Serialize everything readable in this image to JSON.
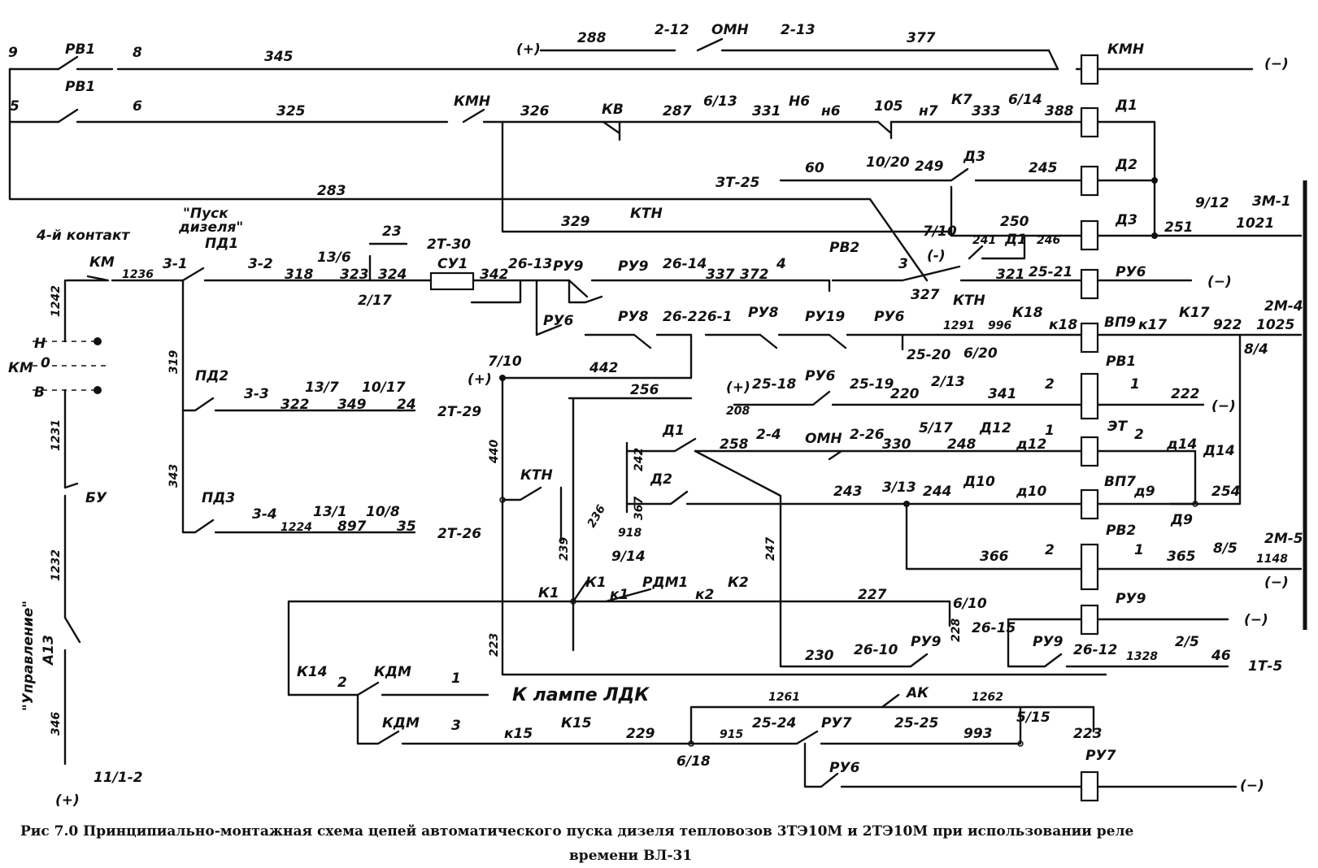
{
  "diagram": {
    "top_rows": [
      {
        "labels": [
          "9",
          "РВ1",
          "8",
          "345",
          "(+)",
          "288",
          "2-12",
          "ОМН",
          "2-13",
          "377",
          "КМН",
          "(−)"
        ]
      },
      {
        "labels": [
          "5",
          "РВ1",
          "6",
          "325",
          "КМН",
          "326",
          "КВ",
          "287",
          "6/13",
          "331",
          "Н6",
          "н6",
          "105",
          "н7",
          "К7",
          "333",
          "6/14",
          "388",
          "Д1"
        ]
      },
      {
        "labels": [
          "ЗТ-25",
          "60",
          "10/20",
          "249",
          "Д3",
          "245",
          "Д2"
        ]
      },
      {
        "labels": [
          "283",
          "329",
          "КТН",
          "7/10",
          "(-)",
          "241",
          "Д1",
          "250",
          "246",
          "Д3",
          "251",
          "9/12",
          "1021",
          "3М-1"
        ]
      }
    ],
    "start_row": {
      "labels": [
        "4-й контакт",
        "\"Пуск",
        "дизеля\"",
        "КМ",
        "1236",
        "3-1",
        "ПД1",
        "3-2",
        "318",
        "13/6",
        "323",
        "324",
        "2/17",
        "23",
        "2Т-30",
        "СУ1",
        "342",
        "26-13",
        "РУ9",
        "РУ6",
        "РУ9",
        "26-14",
        "РУ8",
        "26-2",
        "337",
        "372",
        "4",
        "РВ2",
        "3",
        "327",
        "КТН",
        "321",
        "25-21",
        "РУ6",
        "(−)"
      ]
    },
    "km_block": {
      "labels": [
        "1242",
        "Н",
        "КМ",
        "0",
        "В",
        "1231",
        "БУ",
        "1232",
        "\"Управление\"",
        "А13",
        "346",
        "11/1-2",
        "(+)"
      ]
    },
    "pd_rows": [
      {
        "labels": [
          "319",
          "ПД2",
          "3-3",
          "322",
          "13/7",
          "349",
          "10/17",
          "24",
          "2Т-29"
        ]
      },
      {
        "labels": [
          "343",
          "ПД3",
          "3-4",
          "1224",
          "13/1",
          "897",
          "10/8",
          "35",
          "2Т-26"
        ]
      }
    ],
    "vp9_row": {
      "labels": [
        "26-1",
        "РУ8",
        "РУ19",
        "РУ6",
        "25-20",
        "1291",
        "996",
        "6/20",
        "К18",
        "к18",
        "ВП9",
        "к17",
        "К17",
        "922",
        "1025",
        "2М-4",
        "8/4"
      ]
    },
    "rv1_row": {
      "labels": [
        "(+)",
        "7/10",
        "442",
        "256",
        "(+)",
        "25-18",
        "РУ6",
        "25-19",
        "208",
        "220",
        "2/13",
        "341",
        "2",
        "РВ1",
        "1",
        "222",
        "(−)"
      ]
    },
    "et_row": {
      "labels": [
        "440",
        "Д1",
        "242",
        "258",
        "2-4",
        "ОМН",
        "2-26",
        "330",
        "5/17",
        "248",
        "Д12",
        "д12",
        "1",
        "ЭТ",
        "2",
        "д14",
        "Д14"
      ]
    },
    "vp7_row": {
      "labels": [
        "КТН",
        "Д2",
        "243",
        "3/13",
        "244",
        "Д10",
        "д10",
        "ВП7",
        "д9",
        "Д9",
        "254",
        "239",
        "236",
        "918",
        "367",
        "9/14",
        "247"
      ]
    },
    "rv2_row": {
      "labels": [
        "366",
        "2",
        "РВ2",
        "1",
        "365",
        "8/5",
        "2М-5",
        "1148",
        "(−)"
      ]
    },
    "k_row": {
      "labels": [
        "К1",
        "К1",
        "к1",
        "РДМ1",
        "к2",
        "К2",
        "227",
        "6/10",
        "РУ9",
        "(−)",
        "223"
      ]
    },
    "ru9_row": {
      "labels": [
        "230",
        "26-10",
        "РУ9",
        "228",
        "26-15",
        "РУ9",
        "26-12",
        "1328",
        "2/5",
        "46",
        "1Т-5"
      ]
    },
    "kdm_rows": [
      {
        "labels": [
          "К14",
          "2",
          "КДМ",
          "1",
          "К лампе ЛДК"
        ]
      },
      {
        "labels": [
          "КДМ",
          "3",
          "к15",
          "К15",
          "229",
          "6/18",
          "1261",
          "АК",
          "1262",
          "915",
          "25-24",
          "РУ7",
          "25-25",
          "993",
          "5/15",
          "223"
        ]
      },
      {
        "labels": [
          "РУ6",
          "РУ7",
          "(−)"
        ]
      }
    ]
  },
  "caption": {
    "line1": "Рис 7.0  Принципиально-монтажная схема цепей автоматического  пуска дизеля тепловозов 3ТЭ10М и 2ТЭ10М при использовании реле",
    "line2": "времени ВЛ-31"
  }
}
